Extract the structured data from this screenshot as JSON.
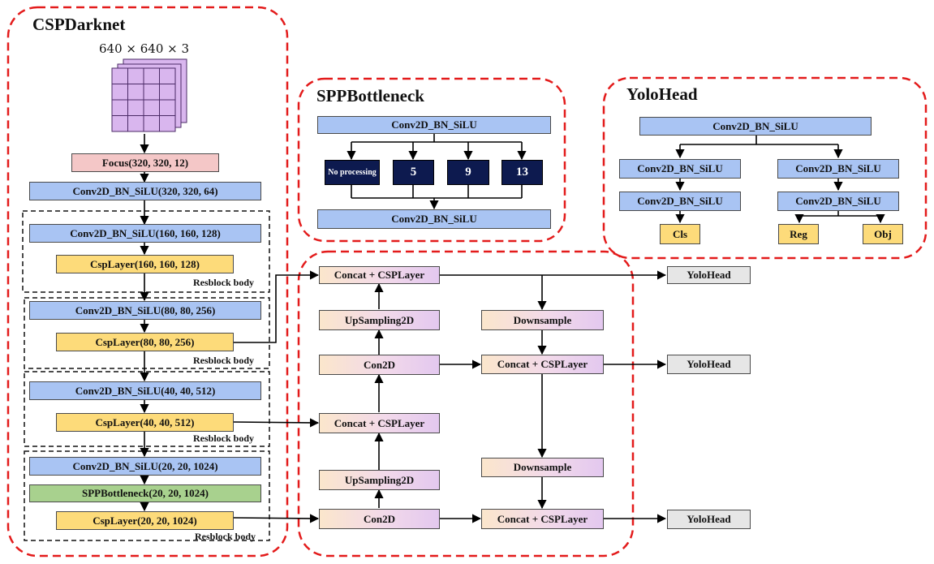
{
  "regions": {
    "backbone": "CSPDarknet",
    "spp": "SPPBottleneck",
    "head": "YoloHead"
  },
  "input_shape": "640 × 640 × 3",
  "backbone": {
    "focus": "Focus(320, 320, 12)",
    "conv0": "Conv2D_BN_SiLU(320, 320, 64)",
    "conv1": "Conv2D_BN_SiLU(160, 160, 128)",
    "csp1": "CspLayer(160, 160, 128)",
    "conv2": "Conv2D_BN_SiLU(80, 80, 256)",
    "csp2": "CspLayer(80, 80, 256)",
    "conv3": "Conv2D_BN_SiLU(40, 40, 512)",
    "csp3": "CspLayer(40, 40, 512)",
    "conv4": "Conv2D_BN_SiLU(20, 20, 1024)",
    "spp": "SPPBottleneck(20, 20, 1024)",
    "csp4": "CspLayer(20, 20, 1024)",
    "resblock_label": "Resblock body"
  },
  "spp_block": {
    "top": "Conv2D_BN_SiLU",
    "no_processing": "No processing",
    "pool1": "5",
    "pool2": "9",
    "pool3": "13",
    "bottom": "Conv2D_BN_SiLU"
  },
  "head_block": {
    "top": "Conv2D_BN_SiLU",
    "left1": "Conv2D_BN_SiLU",
    "left2": "Conv2D_BN_SiLU",
    "right1": "Conv2D_BN_SiLU",
    "right2": "Conv2D_BN_SiLU",
    "cls": "Cls",
    "reg": "Reg",
    "obj": "Obj"
  },
  "neck": {
    "concat_top": "Concat + CSPLayer",
    "upsample1": "UpSampling2D",
    "con2d_1": "Con2D",
    "concat_mid_left": "Concat + CSPLayer",
    "upsample2": "UpSampling2D",
    "con2d_2": "Con2D",
    "downsample1": "Downsample",
    "concat_mid_right": "Concat + CSPLayer",
    "downsample2": "Downsample",
    "concat_bottom": "Concat + CSPLayer",
    "out1": "YoloHead",
    "out2": "YoloHead",
    "out3": "YoloHead"
  },
  "colors": {
    "region_border": "#e31b1b",
    "conv": "#a9c4f3",
    "csp": "#fddb7a",
    "focus": "#f4c7c7",
    "spp": "#a8d18e",
    "pool": "#0d1a4f"
  }
}
